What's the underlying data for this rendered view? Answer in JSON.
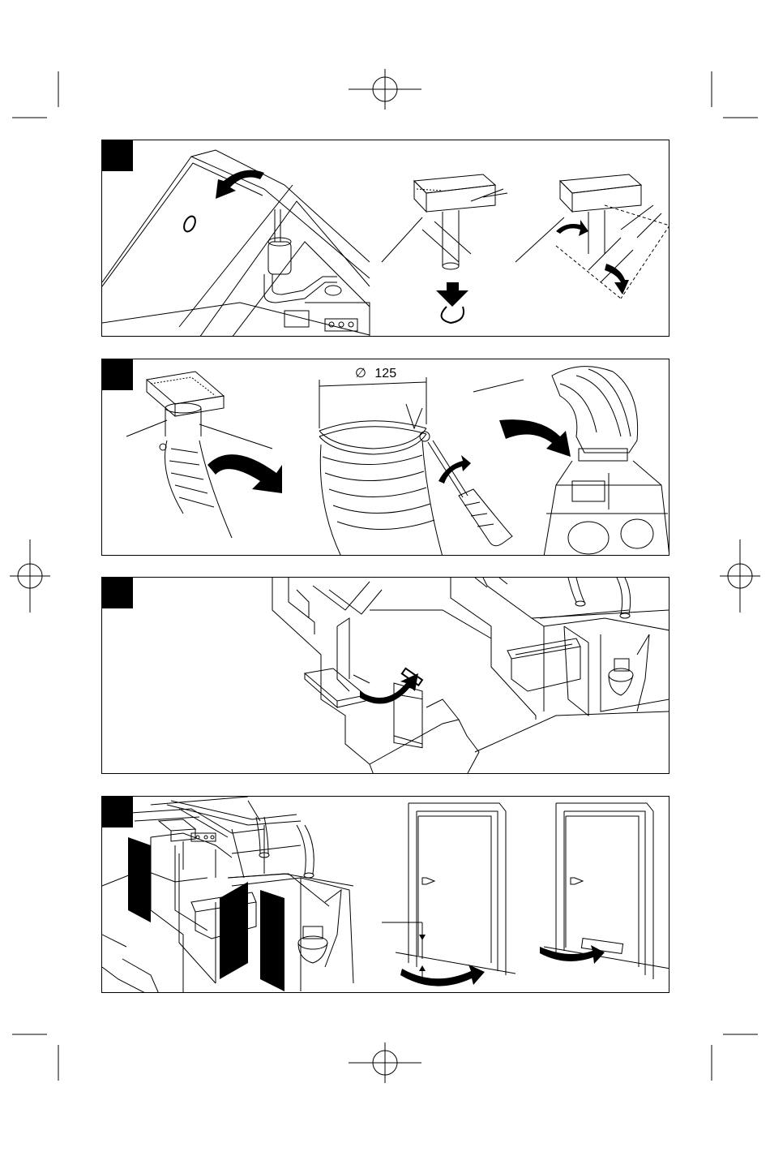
{
  "panels": [
    {
      "id": "panel-1",
      "marker": "black-square"
    },
    {
      "id": "panel-2",
      "marker": "black-square",
      "dimension_symbol": "∅",
      "dimension_value": "125"
    },
    {
      "id": "panel-3",
      "marker": "black-square"
    },
    {
      "id": "panel-4",
      "marker": "black-square"
    }
  ],
  "icons": [
    "registration-crosshair-icon",
    "crop-mark-icon",
    "rotate-arrow-icon",
    "down-arrow-icon",
    "screwdriver-icon",
    "clamp-icon"
  ],
  "colors": {
    "ink": "#000000",
    "paper": "#ffffff"
  }
}
